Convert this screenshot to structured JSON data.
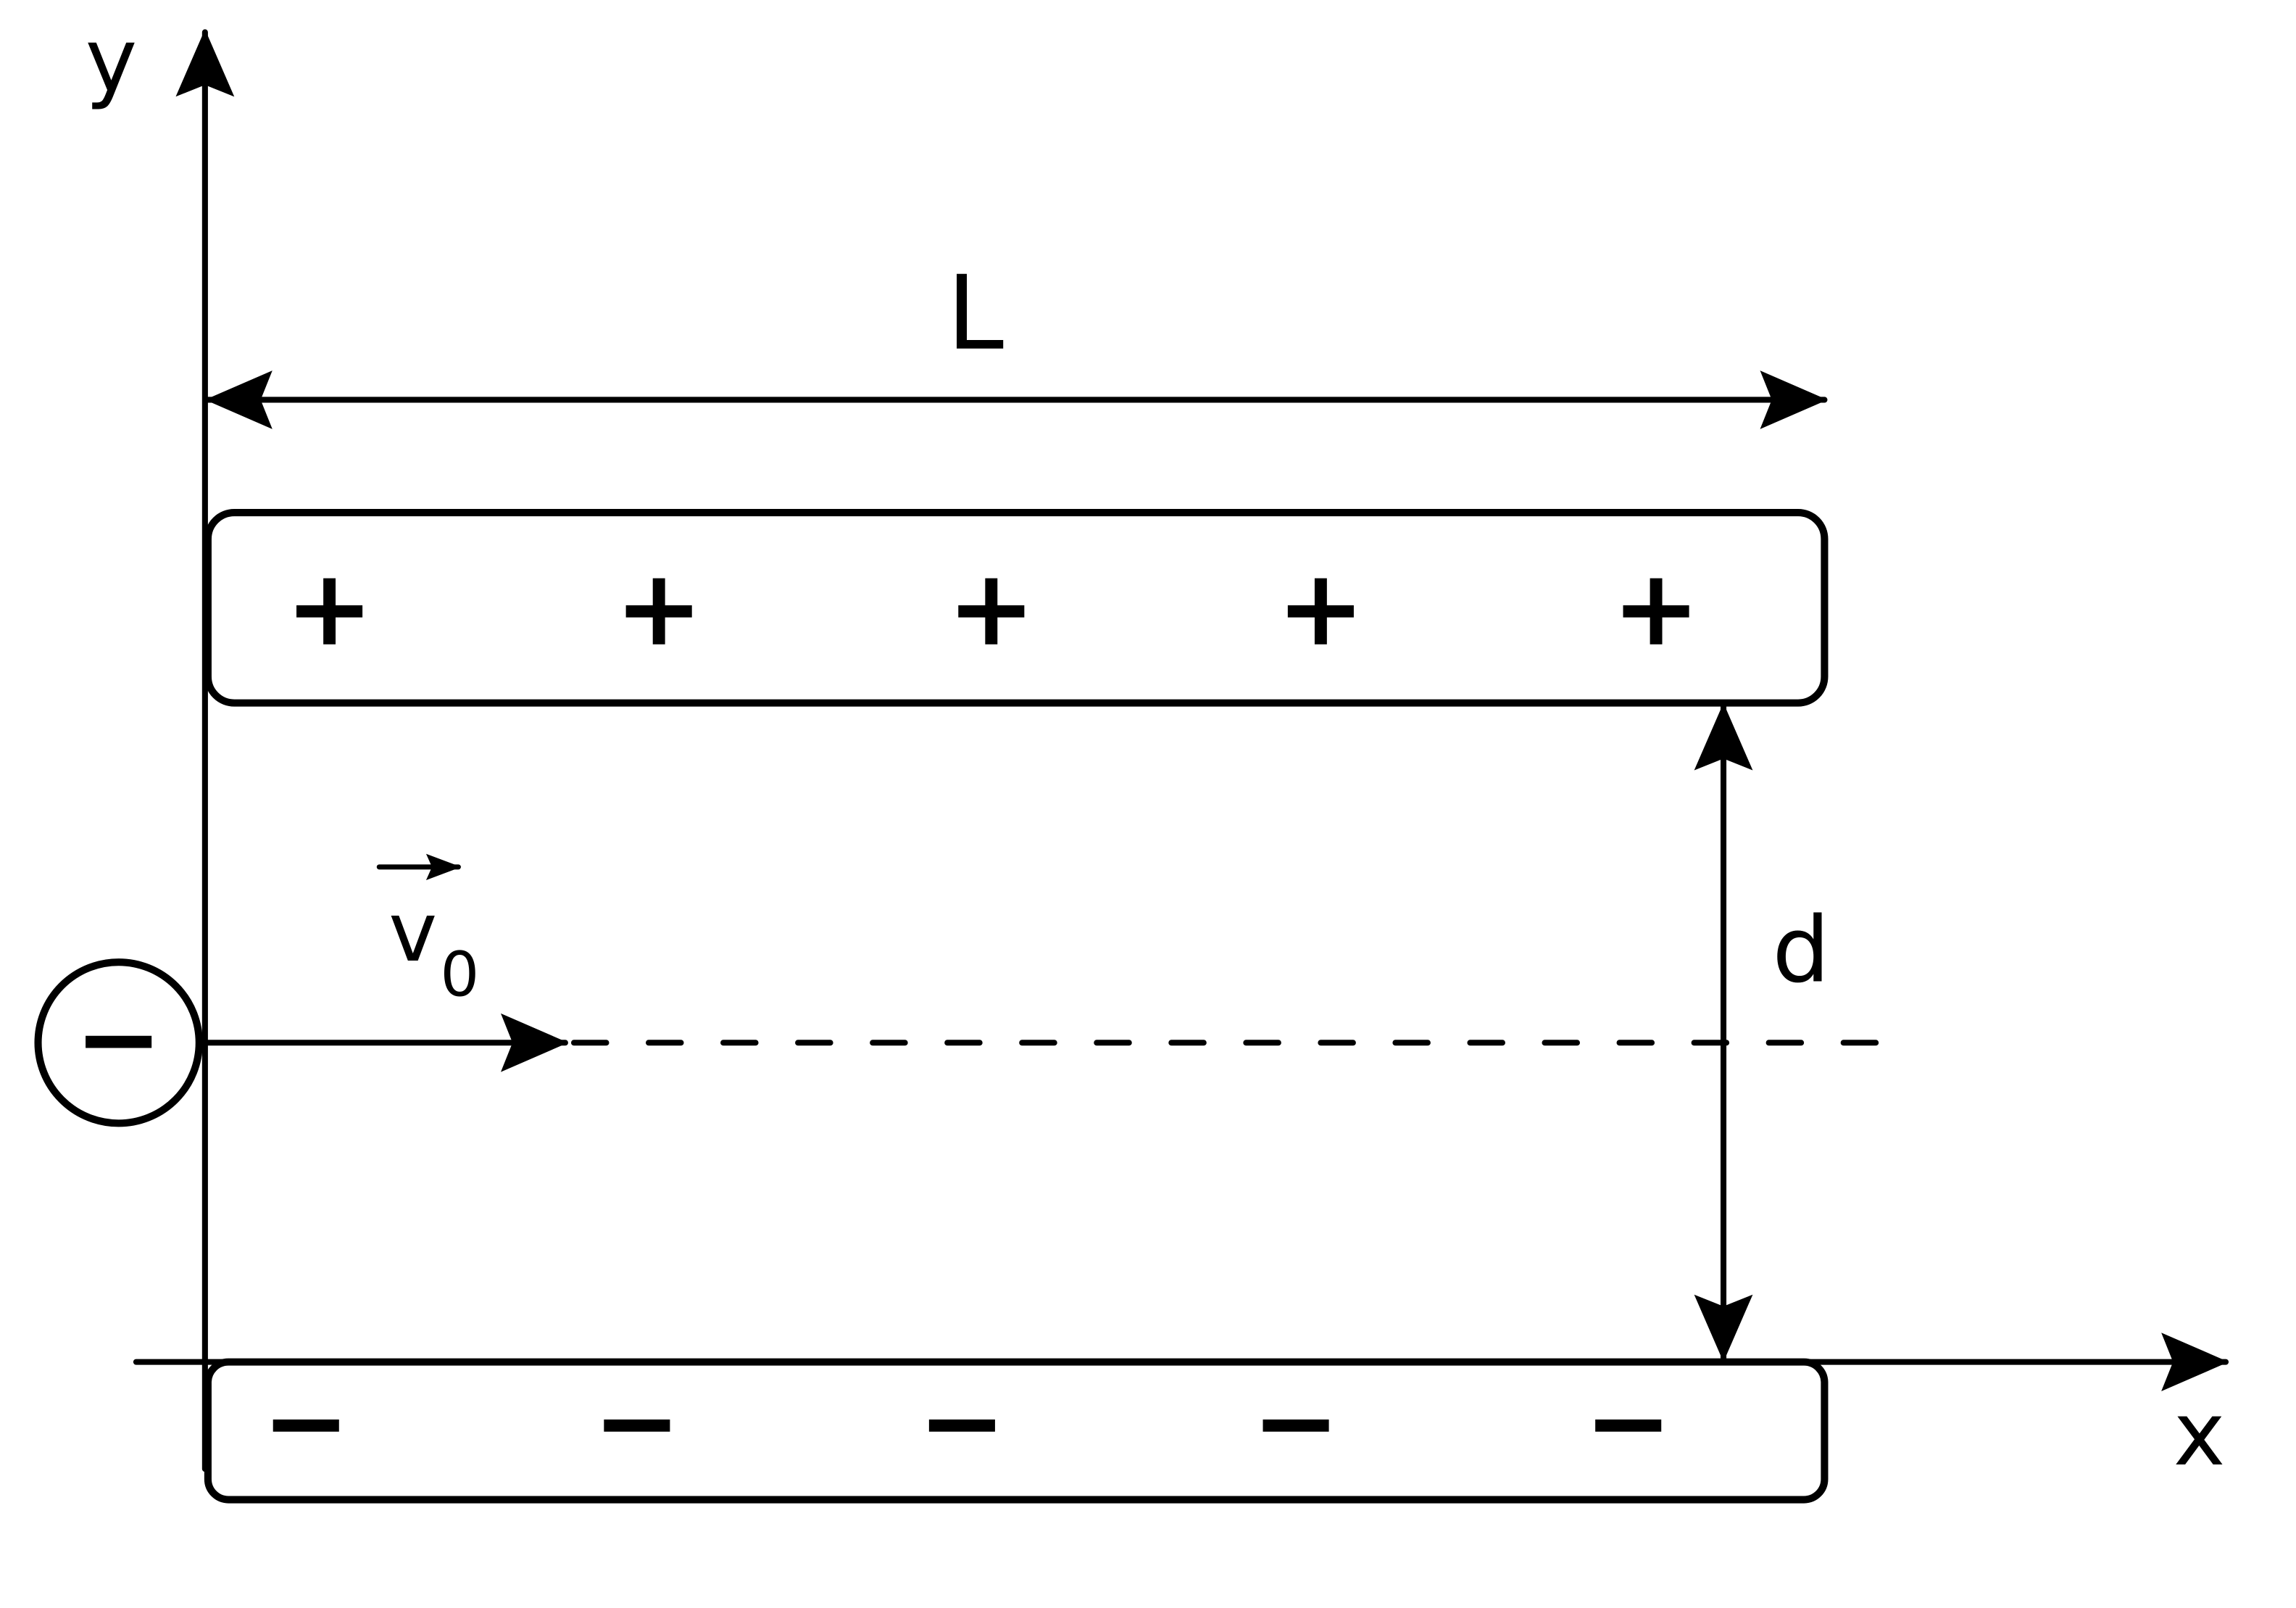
{
  "axes": {
    "x_label": "x",
    "y_label": "y"
  },
  "dimensions": {
    "length_label": "L",
    "separation_label": "d"
  },
  "particle": {
    "charge_symbol": "−",
    "velocity_label": "v",
    "velocity_subscript": "0"
  },
  "plates": {
    "top": {
      "charges": [
        "+",
        "+",
        "+",
        "+",
        "+"
      ]
    },
    "bottom": {
      "charges": [
        "−",
        "−",
        "−",
        "−",
        "−"
      ]
    }
  }
}
